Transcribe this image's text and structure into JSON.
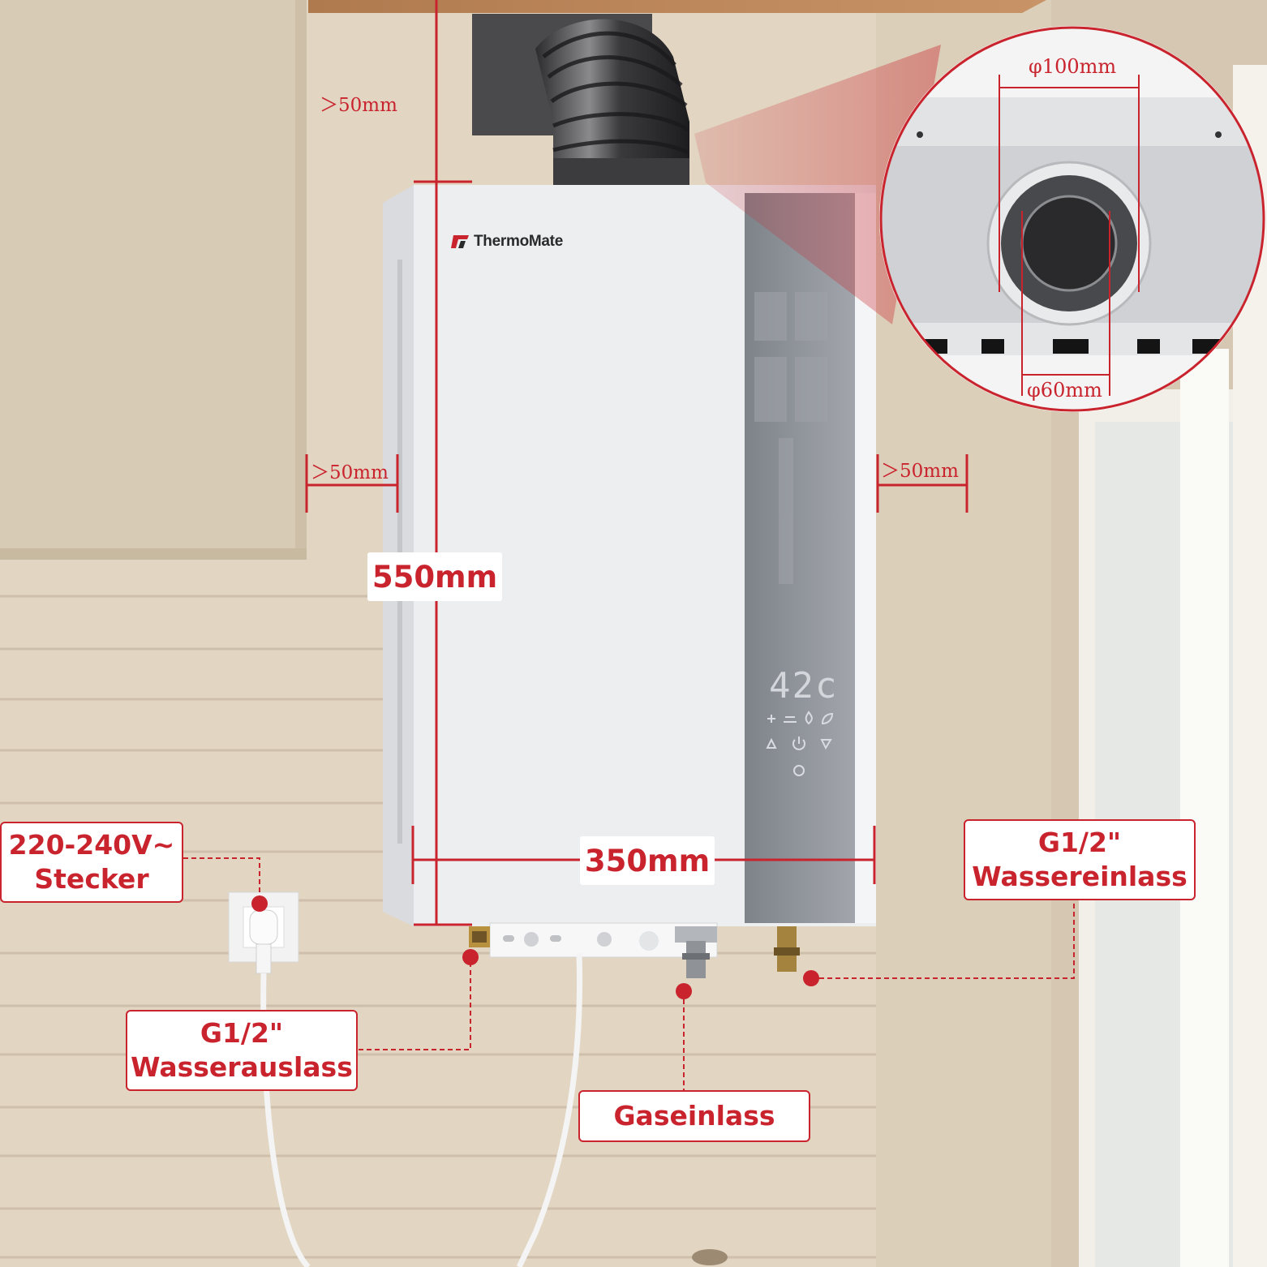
{
  "product": {
    "brand": "ThermoMate",
    "display_temperature": "42c"
  },
  "dimensions": {
    "height_label": "550mm",
    "width_label": "350mm",
    "clearance_top": "＞50mm",
    "clearance_left": "＞50mm",
    "clearance_right": "＞50mm"
  },
  "flue_inset": {
    "outer_diameter": "φ100mm",
    "inner_diameter": "φ60mm"
  },
  "callouts": {
    "power_line1": "220-240V~",
    "power_line2": "Stecker",
    "water_out_line1": "G1/2\"",
    "water_out_line2": "Wasserauslass",
    "gas": "Gaseinlass",
    "water_in_line1": "G1/2\"",
    "water_in_line2": "Wassereinlass"
  },
  "colors": {
    "accent_red": "#c9242e",
    "wall": "#e4d8c6",
    "heater_body": "#eef0f2",
    "heater_panel": "#8d9198"
  },
  "icons": [
    "power-icon",
    "up-arrow-icon",
    "down-arrow-icon",
    "flame-icon",
    "fan-icon",
    "plug-icon",
    "outlet-icon"
  ]
}
